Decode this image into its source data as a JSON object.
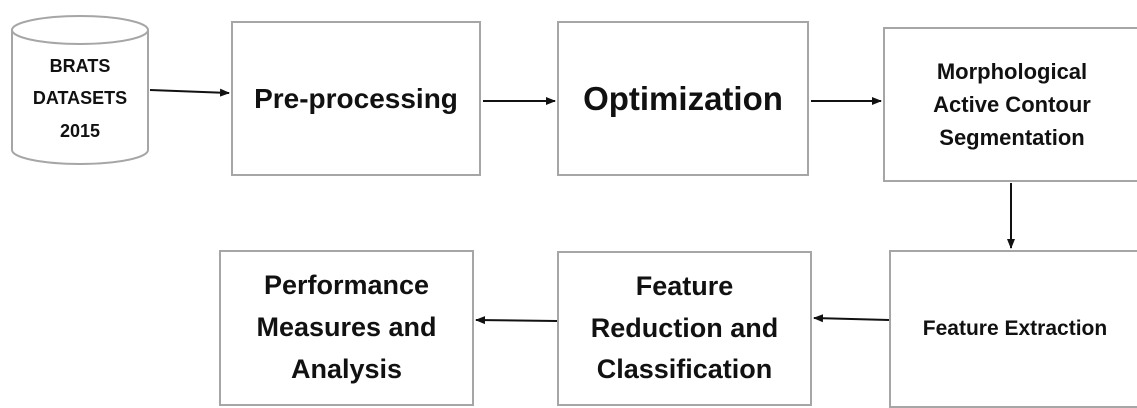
{
  "database": {
    "label": "BRATS\nDATASETS\n2015"
  },
  "steps": {
    "preprocessing": "Pre-processing",
    "optimization": "Optimization",
    "segmentation": "Morphological\nActive Contour\nSegmentation",
    "feature_extraction": "Feature Extraction",
    "feature_reduction": "Feature\nReduction and\nClassification",
    "performance": "Performance\nMeasures and\nAnalysis"
  }
}
